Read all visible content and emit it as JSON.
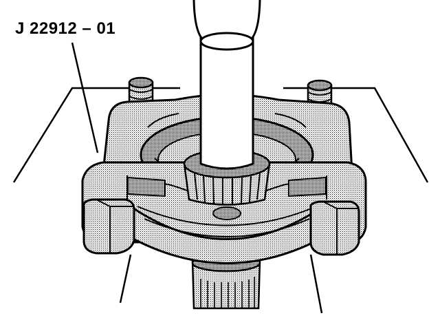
{
  "callout": {
    "tool_label": "J 22912 – 01"
  },
  "colors": {
    "outline": "#000000",
    "shade": "#a8a8a8",
    "light_shade": "#d0d0d0",
    "background": "#ffffff"
  },
  "parts": {
    "bearing_separator": "bearing-separator-tool",
    "press_ram": "press-ram",
    "bearing": "tapered-roller-bearing",
    "shaft": "splined-shaft",
    "bolts": [
      "bolt-front-left",
      "bolt-front-right",
      "stud-rear-left",
      "stud-rear-right"
    ]
  }
}
